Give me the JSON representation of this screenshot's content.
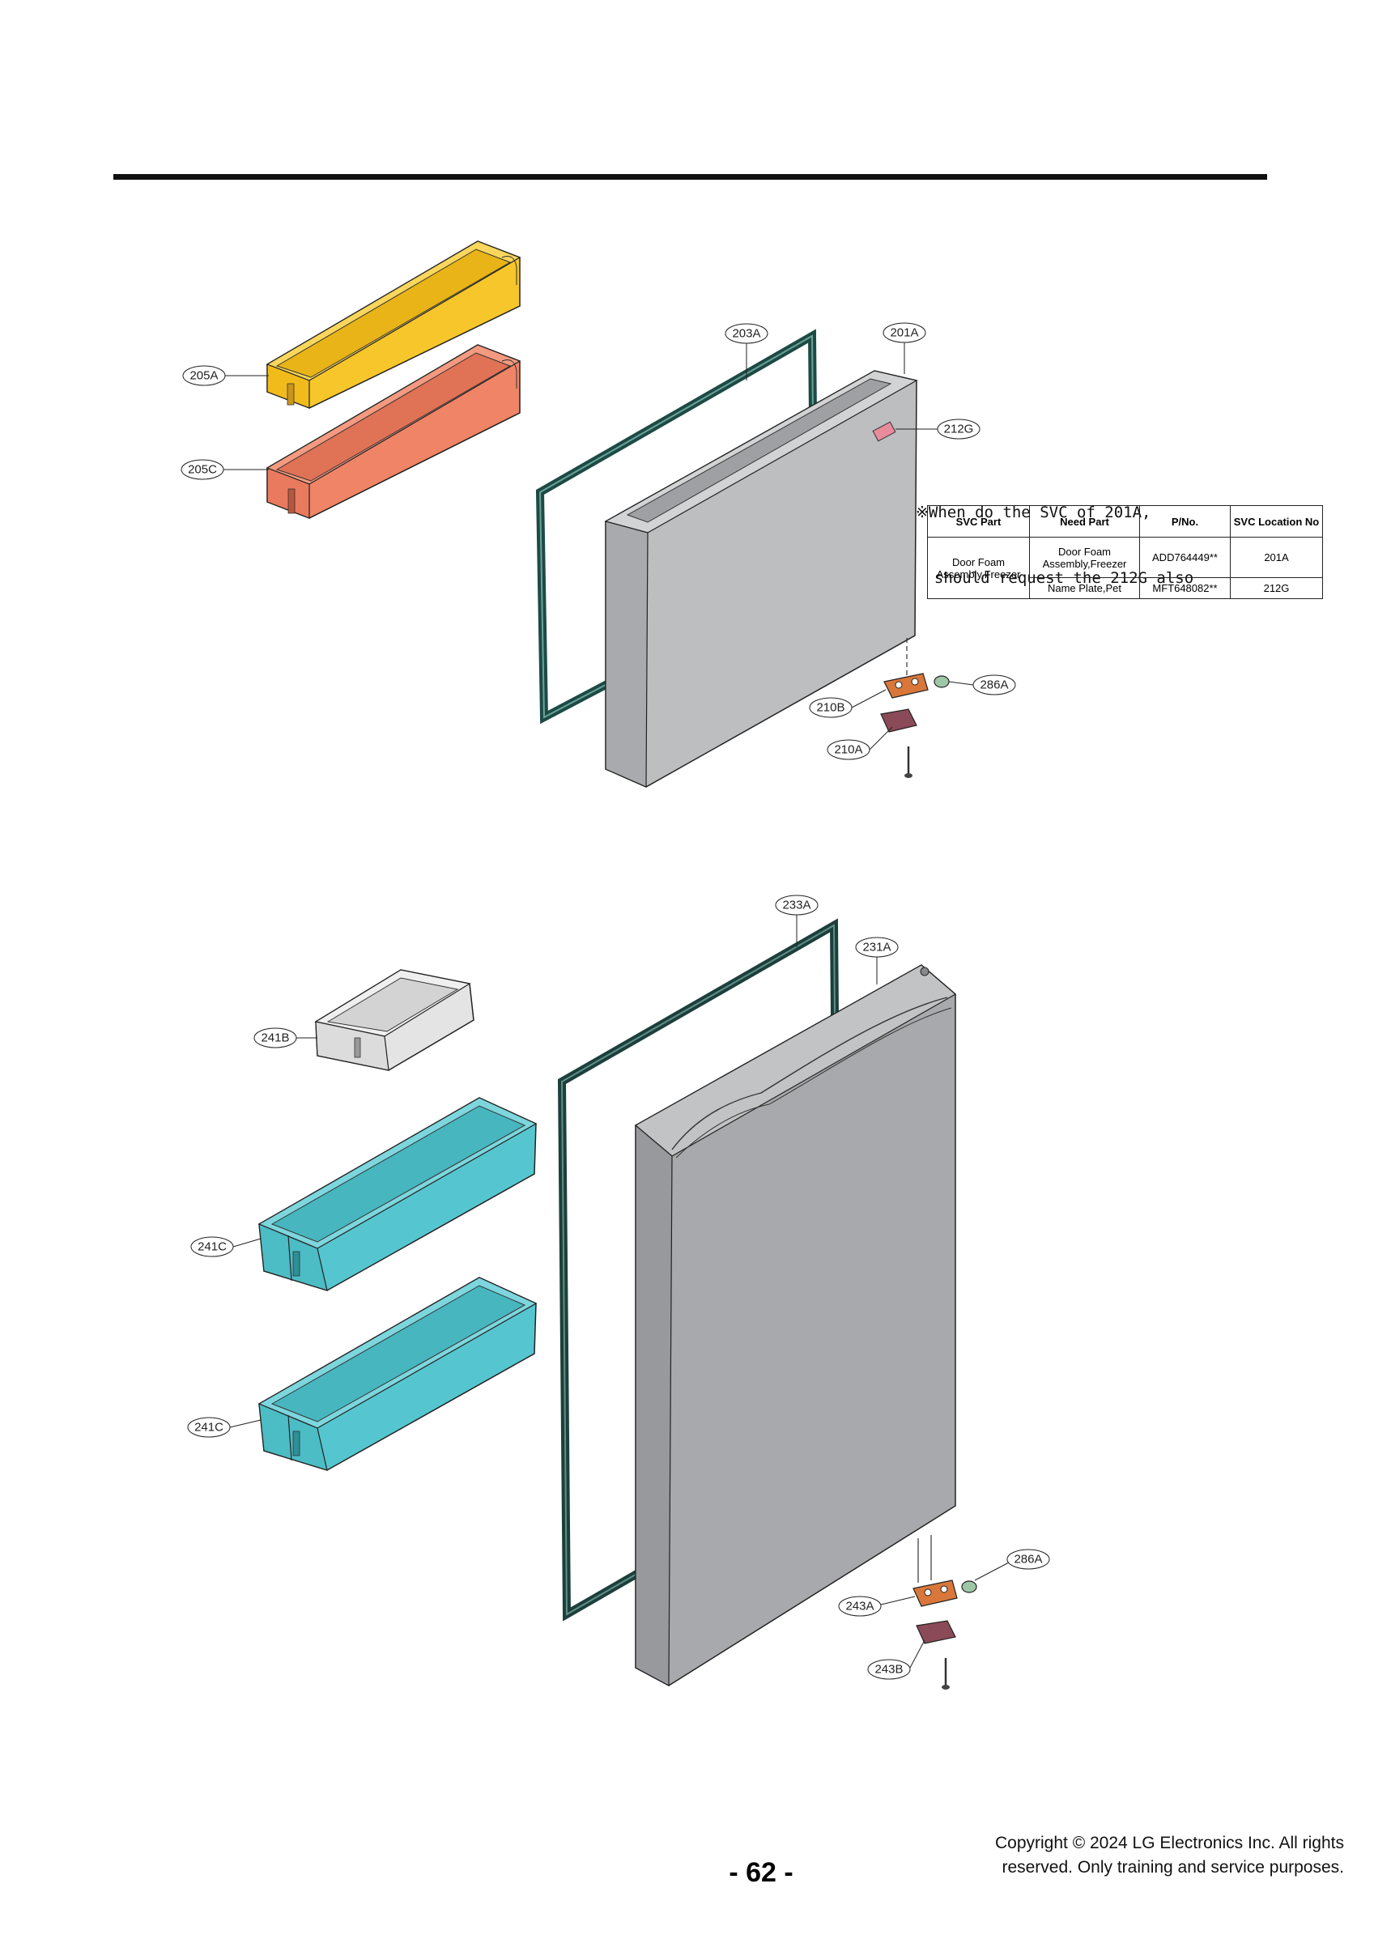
{
  "note": {
    "line1": "※When do the SVC of 201A,",
    "line2": "  should request the 212G also"
  },
  "svc_table": {
    "headers": [
      "SVC Part",
      "Need Part",
      "P/No.",
      "SVC Location No"
    ],
    "svc_part": "Door Foam Assembly,Freezer",
    "rows": [
      {
        "need_part": "Door Foam Assembly,Freezer",
        "pno": "ADD764449**",
        "loc": "201A"
      },
      {
        "need_part": "Name Plate,Pet",
        "pno": "MFT648082**",
        "loc": "212G"
      }
    ]
  },
  "callouts": {
    "c205A": "205A",
    "c205C": "205C",
    "c203A": "203A",
    "c201A": "201A",
    "c212G": "212G",
    "c286A_top": "286A",
    "c210B": "210B",
    "c210A": "210A",
    "c233A": "233A",
    "c231A": "231A",
    "c241B": "241B",
    "c241C_1": "241C",
    "c241C_2": "241C",
    "c286A_bottom": "286A",
    "c243A": "243A",
    "c243B": "243B"
  },
  "colors": {
    "bin_yellow": "#f7c62a",
    "bin_salmon": "#f08466",
    "bin_cyan": "#55c6cf",
    "bin_gray": "#e4e4e4",
    "door_top": "#bdbec0",
    "door_bottom": "#a8a9ac",
    "gasket": "#1d4a44",
    "hinge": "#d9773a"
  },
  "footer": {
    "page_number": "- 62 -",
    "copyright_line1": "Copyright © 2024 LG Electronics Inc. All rights",
    "copyright_line2": "reserved. Only training and service purposes."
  }
}
